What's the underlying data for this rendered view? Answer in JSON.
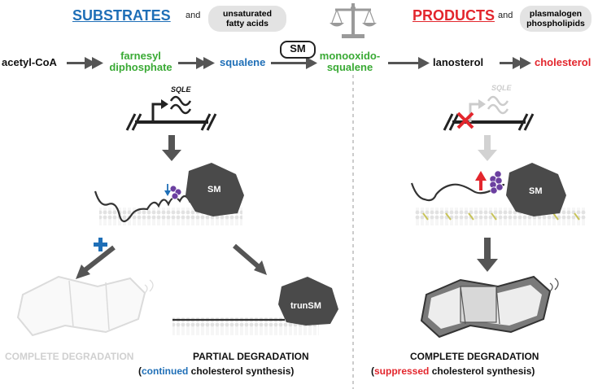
{
  "header": {
    "substrates_title": "SUBSTRATES",
    "and_left": "and",
    "substrates_pill_line1": "unsaturated",
    "substrates_pill_line2": "fatty acids",
    "products_title": "PRODUCTS",
    "and_right": "and",
    "products_pill_line1": "plasmalogen",
    "products_pill_line2": "phospholipids"
  },
  "pathway": {
    "acetyl_coa": "acetyl-CoA",
    "farnesyl_line1": "farnesyl",
    "farnesyl_line2": "diphosphate",
    "squalene": "squalene",
    "enzyme_box": "SM",
    "monooxido_line1": "monooxido-",
    "monooxido_line2": "squalene",
    "lanosterol": "lanosterol",
    "cholesterol": "cholesterol"
  },
  "left_panel": {
    "gene_label": "SQLE",
    "sm_label": "SM",
    "trunsm_label": "trunSM",
    "complete_degradation": "COMPLETE DEGRADATION",
    "partial_degradation": "PARTIAL DEGRADATION",
    "caption_open": "(",
    "caption_highlight": "continued",
    "caption_rest": " cholesterol synthesis)"
  },
  "right_panel": {
    "gene_label": "SQLE",
    "sm_label": "SM",
    "complete_degradation": "COMPLETE DEGRADATION",
    "caption_open": "(",
    "caption_highlight": "suppressed",
    "caption_rest": " cholesterol synthesis)"
  },
  "colors": {
    "blue": "#1f6fb7",
    "green": "#3aaa35",
    "red": "#e3262d",
    "dark_gray": "#4a4a4a",
    "faded": "#cfcfcf",
    "purple": "#6b3fa0"
  }
}
